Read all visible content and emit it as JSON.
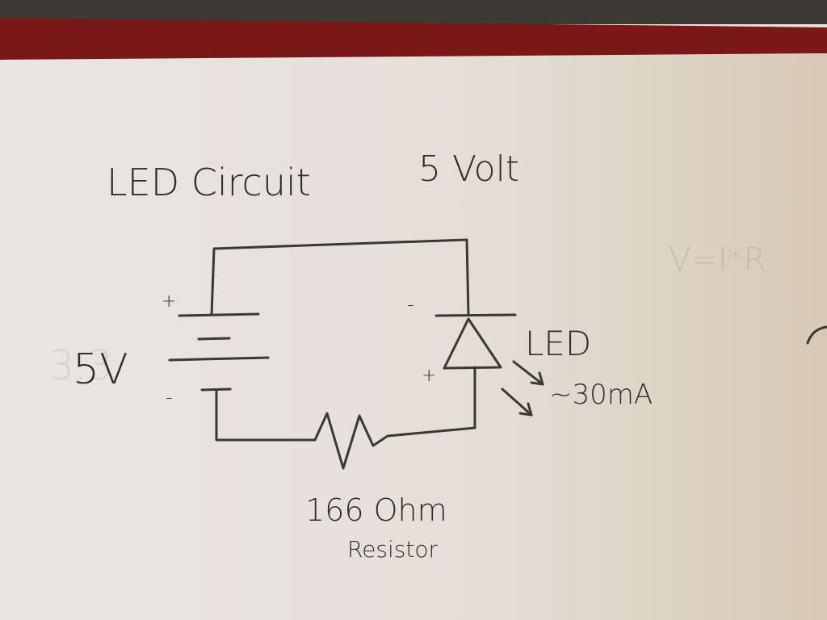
{
  "title": {
    "left": "LED Circuit",
    "right": "5 Volt"
  },
  "battery": {
    "label": "5V",
    "erased_label": "3.3",
    "plus": "+",
    "minus": "-"
  },
  "led": {
    "label": "LED",
    "current": "~30mA",
    "minus": "-",
    "plus": "+"
  },
  "resistor": {
    "value": "166 Ohm",
    "label": "Resistor"
  },
  "side_note": "V=I*R",
  "colors": {
    "paper": "#e6e2dd",
    "ink": "#3a3835",
    "band": "#7a1818",
    "background": "#3b3a33"
  }
}
